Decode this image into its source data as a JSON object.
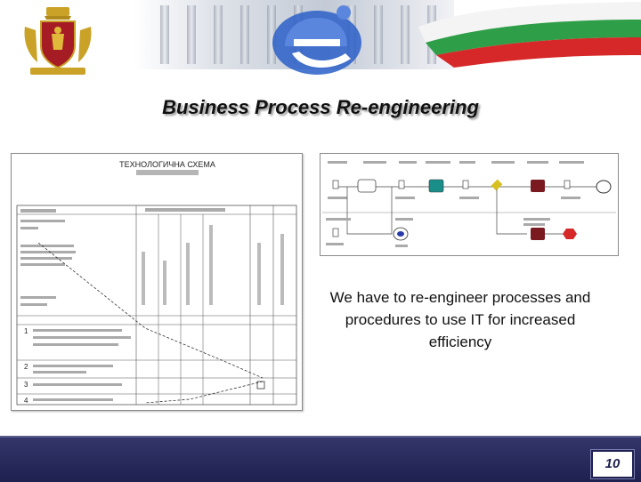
{
  "slide": {
    "title": "Business Process Re-engineering",
    "body": "We have to re-engineer processes and procedures to use IT for increased efficiency",
    "page_number": "10"
  },
  "document": {
    "title": "ТЕХНОЛОГИЧНА СХЕМА",
    "row_numbers": [
      "1",
      "2",
      "3",
      "4"
    ]
  },
  "colors": {
    "footer": "#1e2050",
    "flag_white": "#ffffff",
    "flag_green": "#2e9e48",
    "flag_red": "#d62828",
    "logo_blue": "#2a5fc8",
    "bpmn_teal": "#1a8f8a",
    "bpmn_red": "#7a1a20"
  }
}
